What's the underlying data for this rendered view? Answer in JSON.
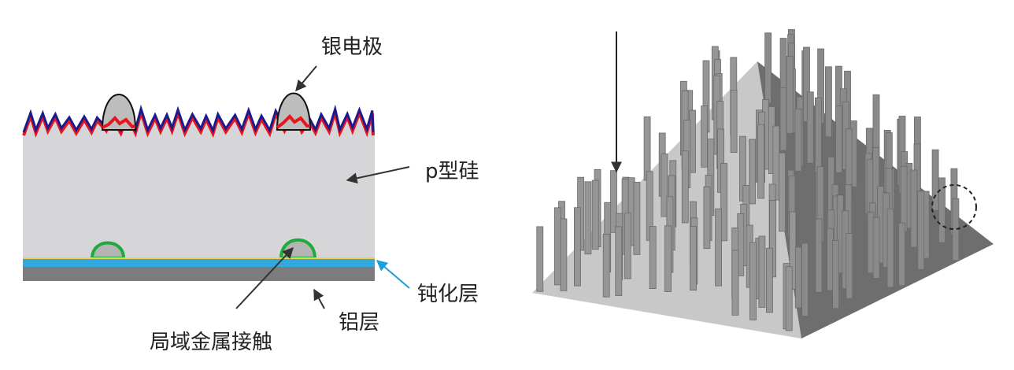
{
  "labels": {
    "silver_electrode": "银电极",
    "p_silicon": "p型硅",
    "passivation_layer": "钝化层",
    "aluminum_layer": "铝层",
    "local_metal_contact": "局域金属接触"
  },
  "colors": {
    "silicon": "#d6d6d8",
    "electrode": "#bdbdbd",
    "emitter_top": "#1c1a8c",
    "emitter_bottom": "#e8141e",
    "contact_ring": "#1faa3c",
    "passivation": "#31a8df",
    "yellow_line": "#e8d44a",
    "aluminum": "#7c7c7e",
    "pyramid_light": "#c8c8c8",
    "pyramid_dark": "#6e6e6e",
    "pillar": "#8e8e8e",
    "arrow_blue": "#1aa0d8"
  }
}
